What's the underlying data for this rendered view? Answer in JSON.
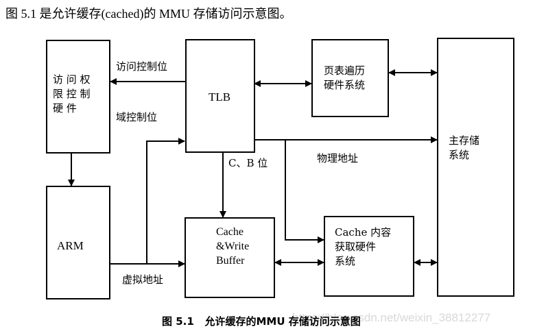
{
  "intro_text": "图 5.1 是允许缓存(cached)的 MMU 存储访问示意图。",
  "boxes": {
    "access_control_hw": "访 问 权\n限 控 制\n硬 件",
    "tlb": "TLB",
    "page_table_walk": "页表遍历\n硬件系统",
    "main_storage": "主存储\n系统",
    "arm": "ARM",
    "cache_write_buffer": "Cache\n&Write\nBuffer",
    "cache_fetch": "Cache 内容\n获取硬件\n系统"
  },
  "labels": {
    "access_control_bits": "访问控制位",
    "domain_control_bits": "域控制位",
    "cb_bits": "C、B 位",
    "physical_address": "物理地址",
    "virtual_address": "虚拟地址"
  },
  "caption": "图 5.1   允许缓存的MMU 存储访问示意图",
  "watermark": "https://blog.csdn.net/weixin_38812277"
}
